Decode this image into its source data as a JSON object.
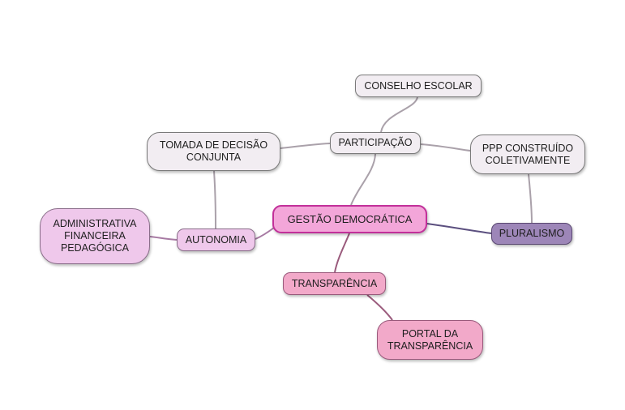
{
  "diagram": {
    "central": {
      "label": "GESTÃO DEMOCRÁTICA",
      "fill": "#f3a6d9",
      "border": "#c2309a"
    },
    "nodes": {
      "participacao": {
        "label": "PARTICIPAÇÃO",
        "fill": "#f2edf2",
        "border": "#7a7a7a"
      },
      "conselho": {
        "label": "CONSELHO ESCOLAR",
        "fill": "#f2edf2",
        "border": "#7a7a7a"
      },
      "tomada": {
        "label": "TOMADA DE DECISÃO\nCONJUNTA",
        "fill": "#f2edf2",
        "border": "#7a7a7a"
      },
      "ppp": {
        "label": "PPP CONSTRUÍDO\nCOLETIVAMENTE",
        "fill": "#f2edf2",
        "border": "#7a7a7a"
      },
      "autonomia": {
        "label": "AUTONOMIA",
        "fill": "#efc8eb",
        "border": "#8a6e8a"
      },
      "admin": {
        "label": "ADMINISTRATIVA\nFINANCEIRA\nPEDAGÓGICA",
        "fill": "#efc8eb",
        "border": "#8a6e8a"
      },
      "pluralismo": {
        "label": "PLURALISMO",
        "fill": "#9d86b8",
        "border": "#5a4872"
      },
      "transparencia": {
        "label": "TRANSPARÊNCIA",
        "fill": "#f2a9c9",
        "border": "#9a5a7c"
      },
      "portal": {
        "label": "PORTAL DA\nTRANSPARÊNCIA",
        "fill": "#f2a9c9",
        "border": "#9a5a7c"
      }
    },
    "connector_colors": {
      "gray": "#aaa1aa",
      "plum": "#a77aa3",
      "purple": "#5b4f7f",
      "rose": "#9a5a7c"
    }
  }
}
